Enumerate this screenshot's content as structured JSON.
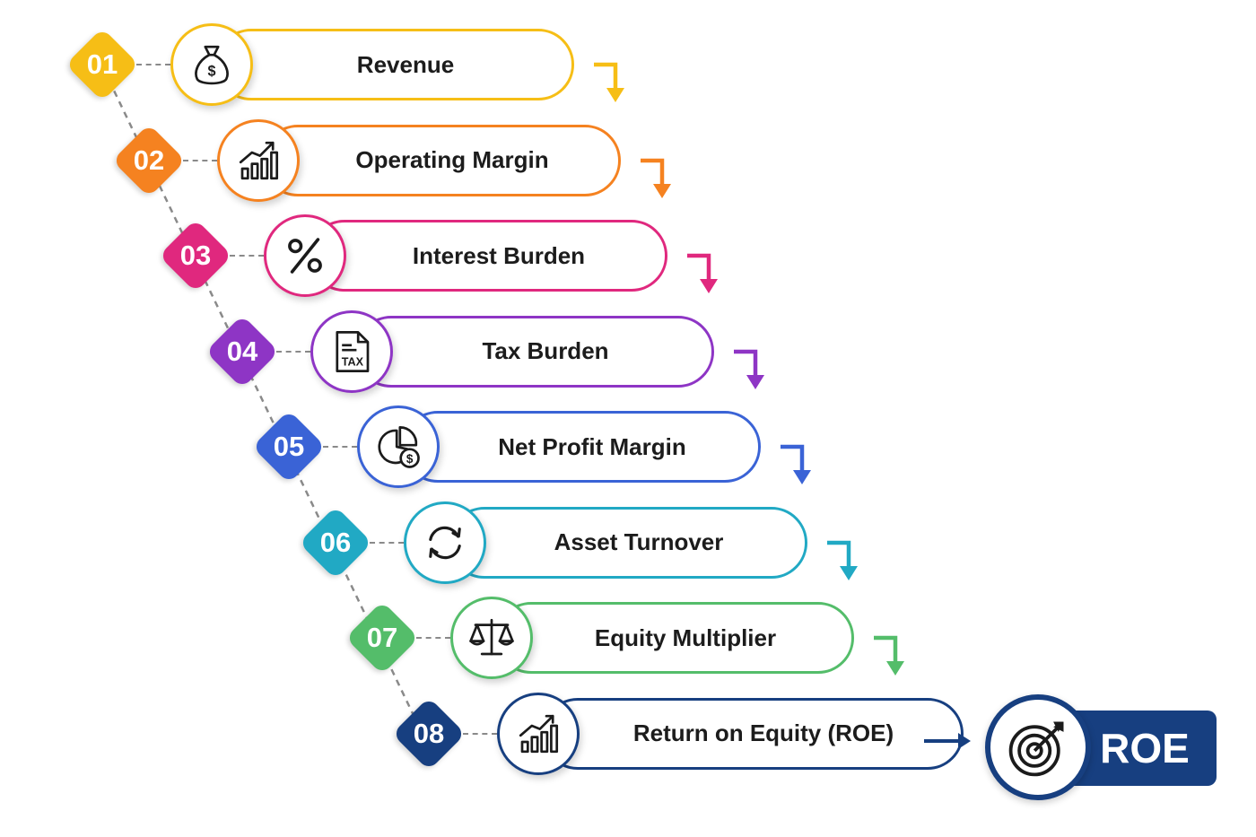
{
  "steps": [
    {
      "number": "01",
      "label": "Revenue",
      "icon": "money-bag-icon",
      "color": "#f6be16"
    },
    {
      "number": "02",
      "label": "Operating Margin",
      "icon": "growth-chart-icon",
      "color": "#f58220"
    },
    {
      "number": "03",
      "label": "Interest Burden",
      "icon": "percent-icon",
      "color": "#e0287e"
    },
    {
      "number": "04",
      "label": "Tax Burden",
      "icon": "tax-document-icon",
      "color": "#8e35c5"
    },
    {
      "number": "05",
      "label": "Net Profit Margin",
      "icon": "pie-chart-dollar-icon",
      "color": "#3a63d6"
    },
    {
      "number": "06",
      "label": "Asset Turnover",
      "icon": "cycle-arrows-icon",
      "color": "#21a9c4"
    },
    {
      "number": "07",
      "label": "Equity Multiplier",
      "icon": "balance-scale-icon",
      "color": "#54bd6a"
    },
    {
      "number": "08",
      "label": "Return on Equity (ROE)",
      "icon": "growth-chart-icon",
      "color": "#173f80"
    }
  ],
  "result": {
    "label": "ROE",
    "icon": "target-icon",
    "color": "#173f80"
  }
}
